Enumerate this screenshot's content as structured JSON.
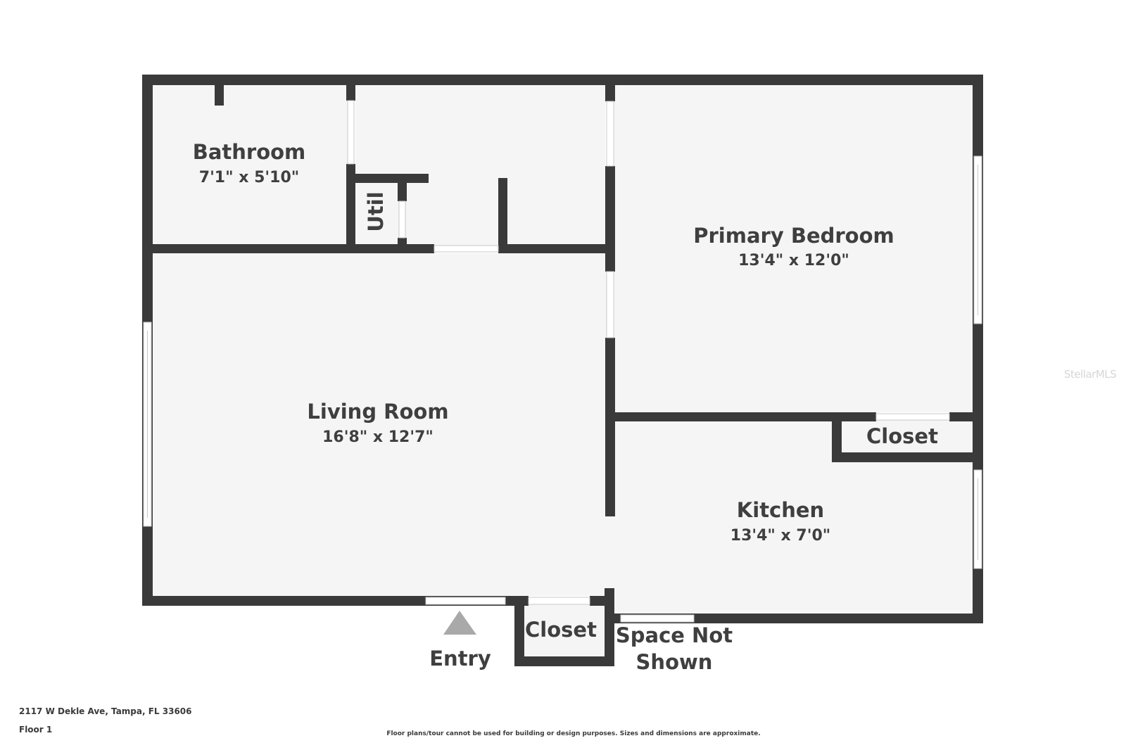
{
  "rooms": {
    "bathroom": {
      "name": "Bathroom",
      "dims": "7'1\" x 5'10\""
    },
    "util": {
      "name": "Util"
    },
    "primary_bedroom": {
      "name": "Primary Bedroom",
      "dims": "13'4\" x 12'0\""
    },
    "living_room": {
      "name": "Living Room",
      "dims": "16'8\" x 12'7\""
    },
    "kitchen": {
      "name": "Kitchen",
      "dims": "13'4\" x 7'0\""
    },
    "closet_kitchen": {
      "name": "Closet"
    },
    "closet_entry": {
      "name": "Closet"
    }
  },
  "labels": {
    "entry": "Entry",
    "space_not_shown_line1": "Space Not",
    "space_not_shown_line2": "Shown"
  },
  "footer": {
    "address": "2117 W Dekle Ave, Tampa, FL 33606",
    "floor": "Floor 1",
    "disclaimer": "Floor plans/tour cannot be used for building or design purposes. Sizes and dimensions are approximate."
  },
  "watermark": "StellarMLS",
  "colors": {
    "wall": "#3a3a3a",
    "floor": "#f5f5f5",
    "opening": "#ffffff",
    "entry_marker": "#a9a9a9"
  }
}
